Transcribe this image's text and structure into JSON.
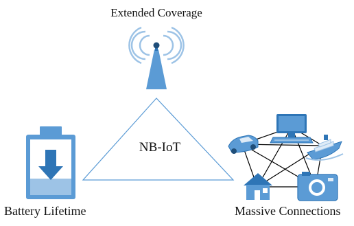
{
  "labels": {
    "top": "Extended Coverage",
    "center": "NB-IoT",
    "left": "Battery Lifetime",
    "right": "Massive Connections"
  },
  "colors": {
    "primary_blue": "#5b9bd5",
    "dark_blue": "#2e75b6",
    "light_blue": "#9dc3e6",
    "line": "#000000",
    "triangle_stroke": "#5b9bd5"
  },
  "icons": {
    "top": "antenna-tower-icon",
    "left": "battery-download-icon",
    "right_nodes": [
      "car-icon",
      "computer-icon",
      "ship-icon",
      "house-icon",
      "camera-icon"
    ]
  }
}
